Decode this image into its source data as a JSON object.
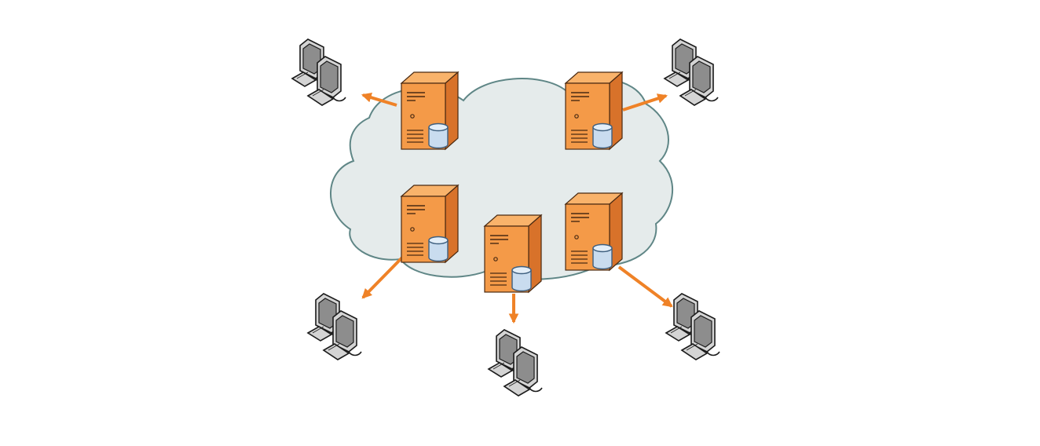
{
  "diagram": {
    "type": "network",
    "colors": {
      "background": "#ffffff",
      "cloud_fill": "#e5ebeb",
      "cloud_stroke": "#5f8686",
      "server_front": "#f49a48",
      "server_side": "#d8722a",
      "server_top": "#f9b36b",
      "server_outline": "#4a2a12",
      "database_fill": "#c9dcef",
      "database_stroke": "#3e5f7f",
      "arrow": "#ef8227",
      "workstation_light": "#d4d4d4",
      "workstation_screen": "#8d8d8d",
      "workstation_outline": "#1c1c1c"
    },
    "nodes": [
      {
        "id": "server-1",
        "kind": "server",
        "icon": "server-with-database-icon"
      },
      {
        "id": "server-2",
        "kind": "server",
        "icon": "server-with-database-icon"
      },
      {
        "id": "server-3",
        "kind": "server",
        "icon": "server-with-database-icon"
      },
      {
        "id": "server-4",
        "kind": "server",
        "icon": "server-with-database-icon"
      },
      {
        "id": "server-5",
        "kind": "server",
        "icon": "server-with-database-icon"
      },
      {
        "id": "client-1",
        "kind": "workstation",
        "icon": "workstation-icon"
      },
      {
        "id": "client-2",
        "kind": "workstation",
        "icon": "workstation-icon"
      },
      {
        "id": "client-3",
        "kind": "workstation",
        "icon": "workstation-icon"
      },
      {
        "id": "client-4",
        "kind": "workstation",
        "icon": "workstation-icon"
      },
      {
        "id": "client-5",
        "kind": "workstation",
        "icon": "workstation-icon"
      }
    ],
    "edges": [
      {
        "from": "server-1",
        "to": "client-1"
      },
      {
        "from": "server-2",
        "to": "client-2"
      },
      {
        "from": "server-3",
        "to": "client-3"
      },
      {
        "from": "server-4",
        "to": "client-4"
      },
      {
        "from": "server-5",
        "to": "client-5"
      }
    ],
    "cloud_icon": "cloud-icon"
  }
}
